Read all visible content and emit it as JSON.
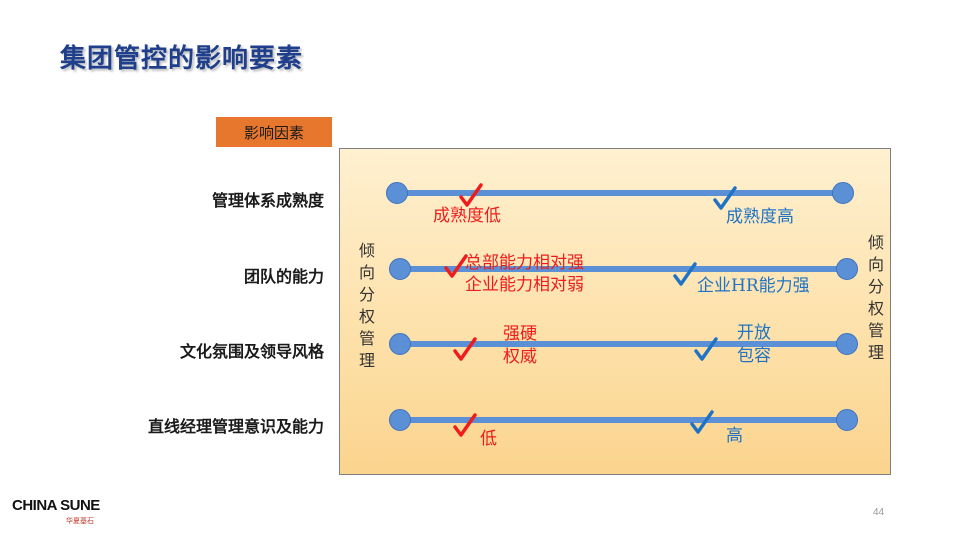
{
  "title": "集团管控的影响要素",
  "factor_header": "影响因素",
  "left_vertical": [
    "倾",
    "向",
    "分",
    "权",
    "管",
    "理"
  ],
  "right_vertical": [
    "倾",
    "向",
    "分",
    "权",
    "管",
    "理"
  ],
  "rows": [
    {
      "label": "管理体系成熟度",
      "left_ann": [
        "成熟度低"
      ],
      "right_ann": [
        "成熟度高"
      ]
    },
    {
      "label": "团队的能力",
      "left_ann": [
        "总部能力相对强",
        "企业能力相对弱"
      ],
      "right_ann": [
        "企业HR能力强"
      ]
    },
    {
      "label": "文化氛围及领导风格",
      "left_ann": [
        "强硬",
        "权威"
      ],
      "right_ann": [
        "开放",
        "包容"
      ]
    },
    {
      "label": "直线经理管理意识及能力",
      "left_ann": [
        "低"
      ],
      "right_ann": [
        "高"
      ]
    }
  ],
  "colors": {
    "title": "#1f3f8c",
    "header_bg": "#e8772e",
    "track": "#5b8fd6",
    "left_check": "#ee1c1c",
    "right_check": "#1f73c4"
  },
  "footer": {
    "logo": "CHINA SUNE",
    "logo_sub": "华夏基石",
    "page_number": "44"
  }
}
